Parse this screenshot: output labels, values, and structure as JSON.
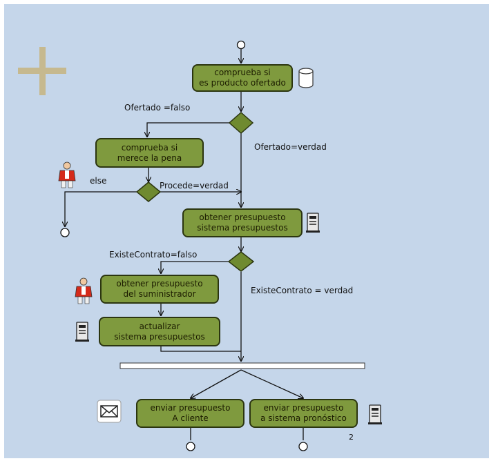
{
  "activities": {
    "comprueba_ofertado": [
      "comprueba si",
      "es producto ofertado"
    ],
    "comprueba_merece": [
      "comprueba si",
      "merece la pena"
    ],
    "obtener_sistema": [
      "obtener presupuesto",
      "sistema presupuestos"
    ],
    "obtener_suministrador": [
      "obtener presupuesto",
      "del suministrador"
    ],
    "actualizar": [
      "actualizar",
      "sistema presupuestos"
    ],
    "enviar_cliente": [
      "enviar presupuesto",
      "A cliente"
    ],
    "enviar_pronostico": [
      "enviar presupuesto",
      "a sistema pronóstico"
    ]
  },
  "guards": {
    "ofertado_falso": "Ofertado =falso",
    "ofertado_verdad": "Ofertado=verdad",
    "else": "else",
    "procede_verdad": "Procede=verdad",
    "existe_falso": "ExisteContrato=falso",
    "existe_verdad": "ExisteContrato = verdad"
  },
  "page_number": "2",
  "icons": {
    "database": "database-icon",
    "actor": "person-icon",
    "server": "computer-tower-icon",
    "mail": "envelope-icon",
    "cross": "plus-cross-icon"
  },
  "colors": {
    "background": "#c5d6ea",
    "activity_fill": "#7f9a3e",
    "outline": "#2b3510"
  }
}
